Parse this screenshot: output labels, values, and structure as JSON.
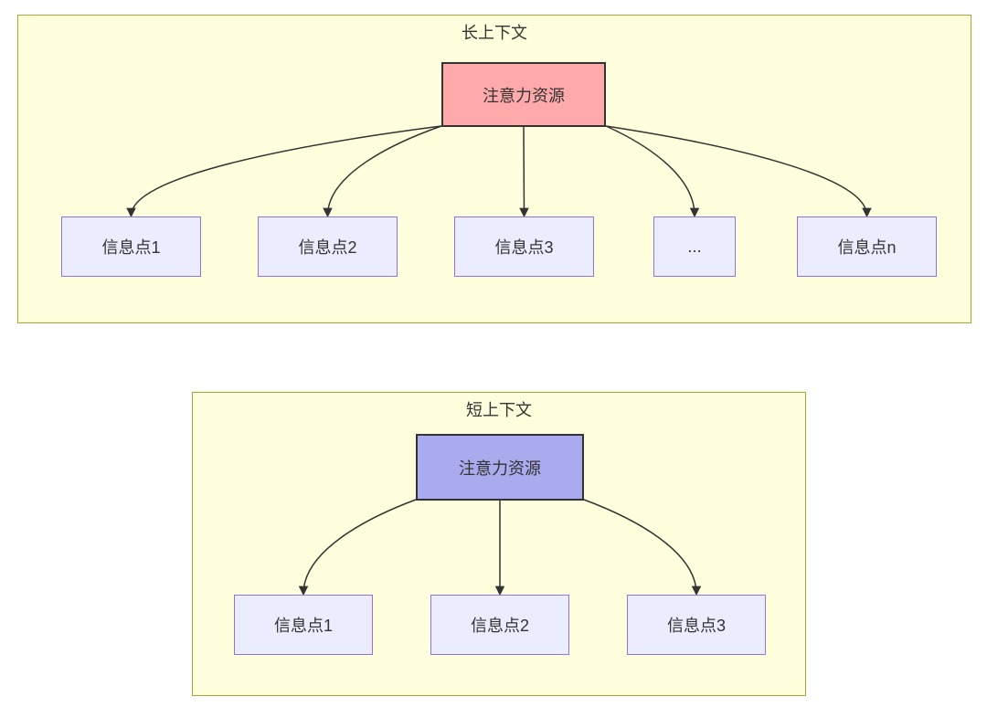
{
  "diagram": {
    "colors": {
      "page_background": "#ffffff",
      "panel_fill": "#ffffde",
      "panel_border": "#aaaa33",
      "long_root_fill": "#ffaaaa",
      "short_root_fill": "#aaaaee",
      "root_border": "#333333",
      "node_fill": "#ececff",
      "node_border": "#9370db",
      "arrow": "#333333",
      "text": "#333333"
    },
    "panels": [
      {
        "title": "长上下文",
        "root": {
          "label": "注意力资源"
        },
        "children": [
          {
            "label": "信息点1"
          },
          {
            "label": "信息点2"
          },
          {
            "label": "信息点3"
          },
          {
            "label": "..."
          },
          {
            "label": "信息点n"
          }
        ]
      },
      {
        "title": "短上下文",
        "root": {
          "label": "注意力资源"
        },
        "children": [
          {
            "label": "信息点1"
          },
          {
            "label": "信息点2"
          },
          {
            "label": "信息点3"
          }
        ]
      }
    ]
  }
}
